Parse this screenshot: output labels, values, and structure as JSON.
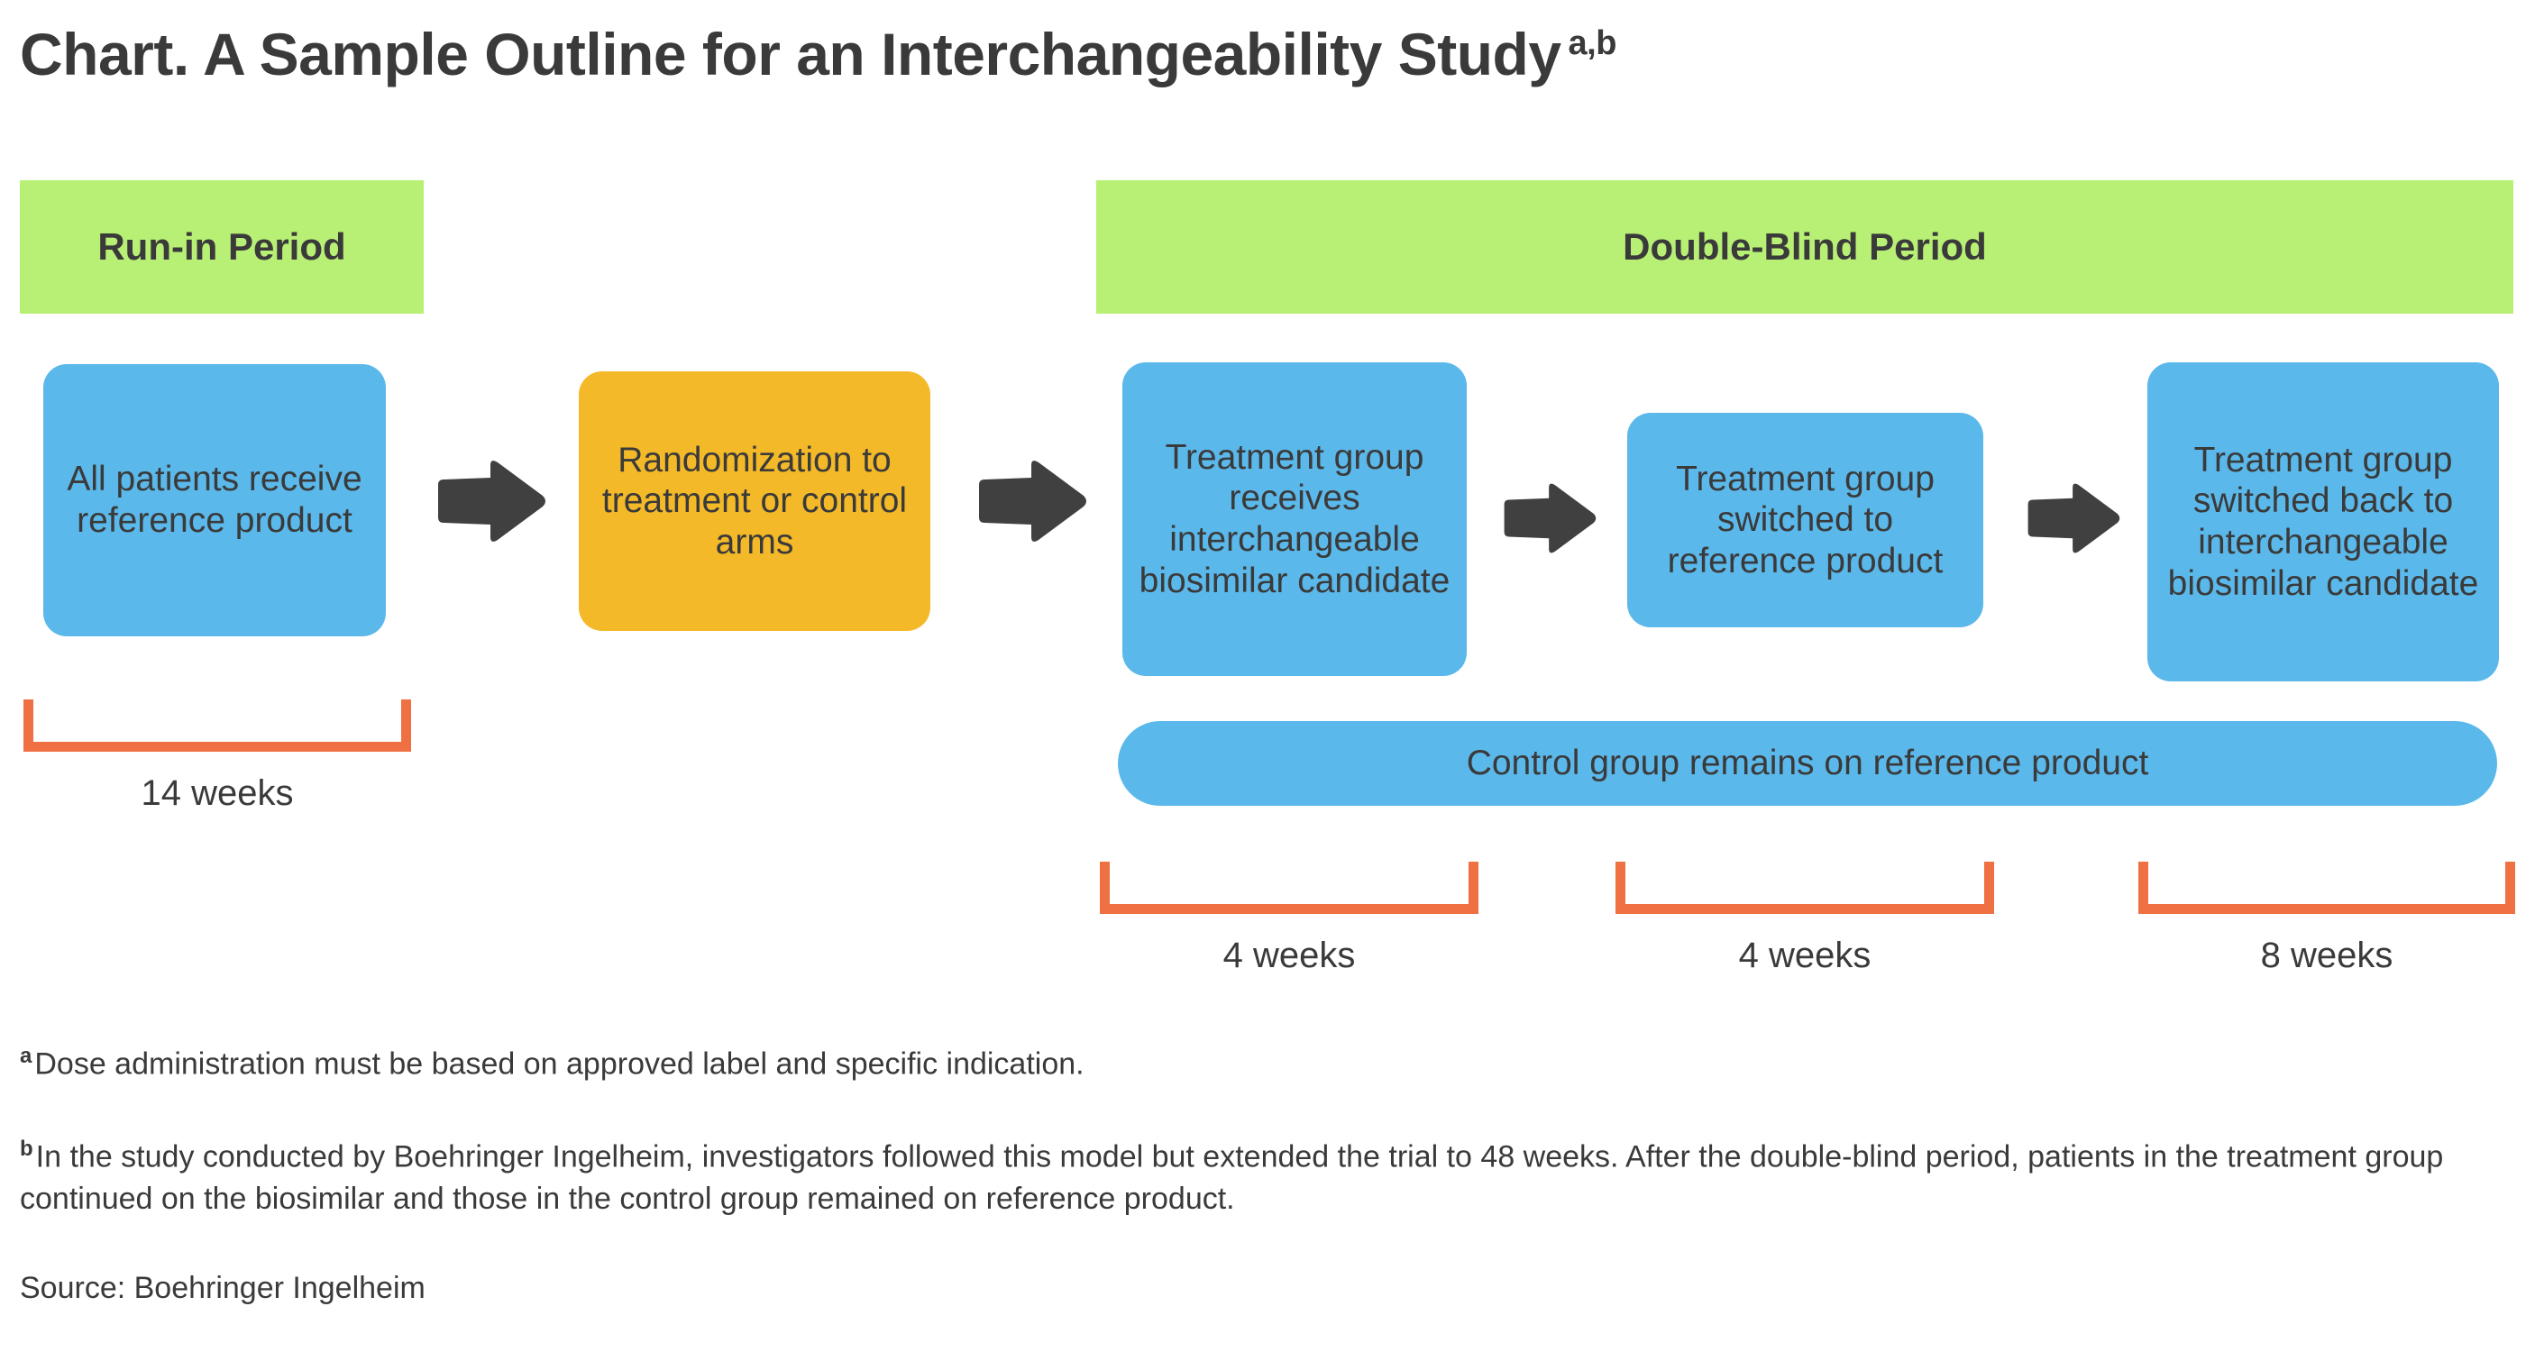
{
  "chart_data": {
    "type": "diagram",
    "title": "Chart. A Sample Outline for an Interchangeability Study",
    "title_superscript": "a,b",
    "phases": [
      {
        "name": "Run-in Period",
        "banner_color": "#b8f075",
        "steps": [
          {
            "label": "All patients receive reference product",
            "color": "#5bb8ea",
            "duration": "14 weeks"
          },
          {
            "label": "Randomization to treatment or control arms",
            "color": "#f4b928",
            "duration": ""
          }
        ]
      },
      {
        "name": "Double-Blind Period",
        "banner_color": "#b8f075",
        "steps": [
          {
            "label": "Treatment group receives interchangeable biosimilar candidate",
            "color": "#5bb8ea",
            "duration": "4 weeks"
          },
          {
            "label": "Treatment group switched to reference product",
            "color": "#5bb8ea",
            "duration": "4 weeks"
          },
          {
            "label": "Treatment group switched back to interchangeable biosimilar candidate",
            "color": "#5bb8ea",
            "duration": "8 weeks"
          }
        ],
        "control_arm": {
          "label": "Control group remains on reference product",
          "color": "#5bb8ea"
        }
      }
    ],
    "durations": [
      "14 weeks",
      "4 weeks",
      "4 weeks",
      "8 weeks"
    ],
    "accent_colors": {
      "green": "#b8f075",
      "blue": "#5bb8ea",
      "orange": "#f4b928",
      "bracket": "#ef7043",
      "arrow": "#404040",
      "text": "#3a3a3a"
    }
  },
  "title": {
    "main": "Chart. A Sample Outline for an Interchangeability Study",
    "superscript": "a,b"
  },
  "banners": {
    "runin": "Run-in Period",
    "double_blind": "Double-Blind Period"
  },
  "boxes": {
    "all_patients": "All patients receive reference product",
    "randomization": "Randomization to treatment or control arms",
    "treatment_1": "Treatment group receives interchangeable biosimilar candidate",
    "treatment_2": "Treatment group switched to reference product",
    "treatment_3": "Treatment group switched back to interchangeable biosimilar candidate",
    "control": "Control group remains on reference product"
  },
  "durations": {
    "runin": "14 weeks",
    "period_1": "4 weeks",
    "period_2": "4 weeks",
    "period_3": "8 weeks"
  },
  "footnotes": {
    "a_marker": "a",
    "a_text": "Dose administration must be based on approved label and specific indication.",
    "b_marker": "b",
    "b_text": "In the study conducted by Boehringer Ingelheim, investigators followed this model but extended the trial to 48 weeks. After the double-blind period, patients in the treatment group continued on the biosimilar and those in the control group remained on reference product."
  },
  "source": "Source: Boehringer Ingelheim"
}
